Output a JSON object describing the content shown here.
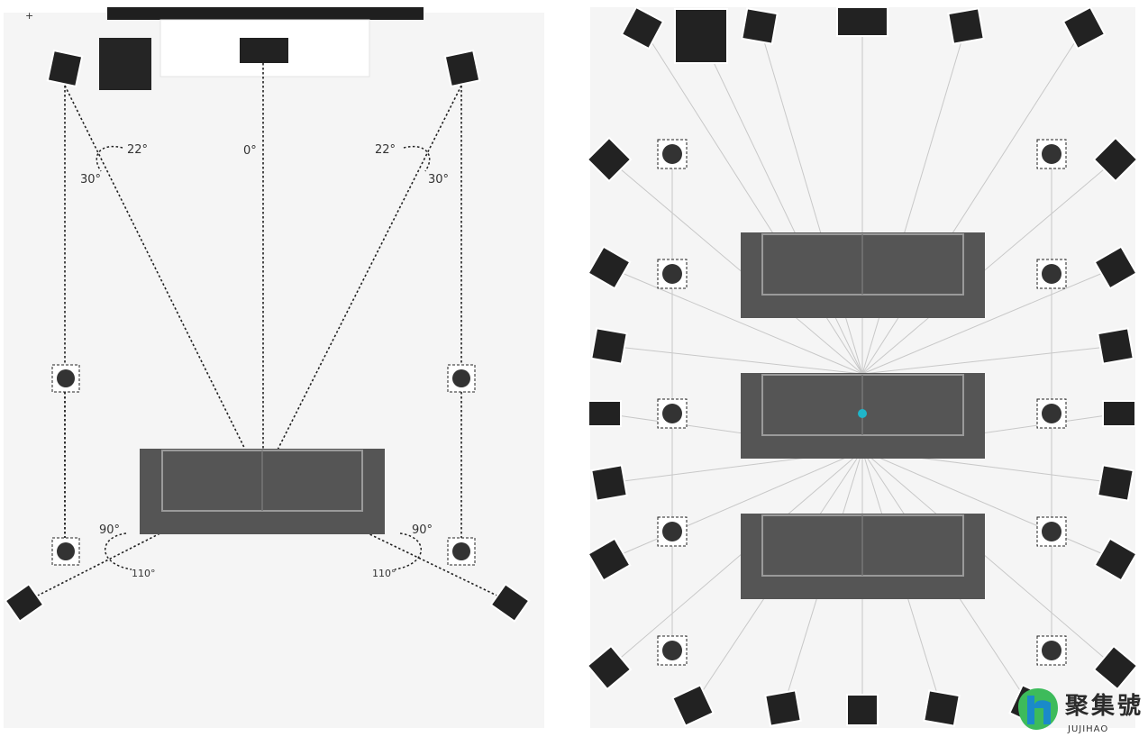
{
  "left_layout": {
    "angles": {
      "front_left_inner": "22°",
      "front_left_outer": "30°",
      "center": "0°",
      "front_right_inner": "22°",
      "front_right_outer": "30°",
      "side_left": "90°",
      "rear_left": "110°",
      "side_right": "90°",
      "rear_right": "110°"
    }
  },
  "corner_mark": "+",
  "watermark": {
    "chinese": "聚集號",
    "latin": "JUJIHAO"
  },
  "colors": {
    "sofa": "#555555",
    "sofa_outline": "#9a9a9a",
    "speaker": "#2a2a2a",
    "panel_bg": "#f5f5f5",
    "listener_dot": "#1fb5c9",
    "logo_green": "#3dbb5b",
    "logo_blue": "#1a8ac9"
  }
}
